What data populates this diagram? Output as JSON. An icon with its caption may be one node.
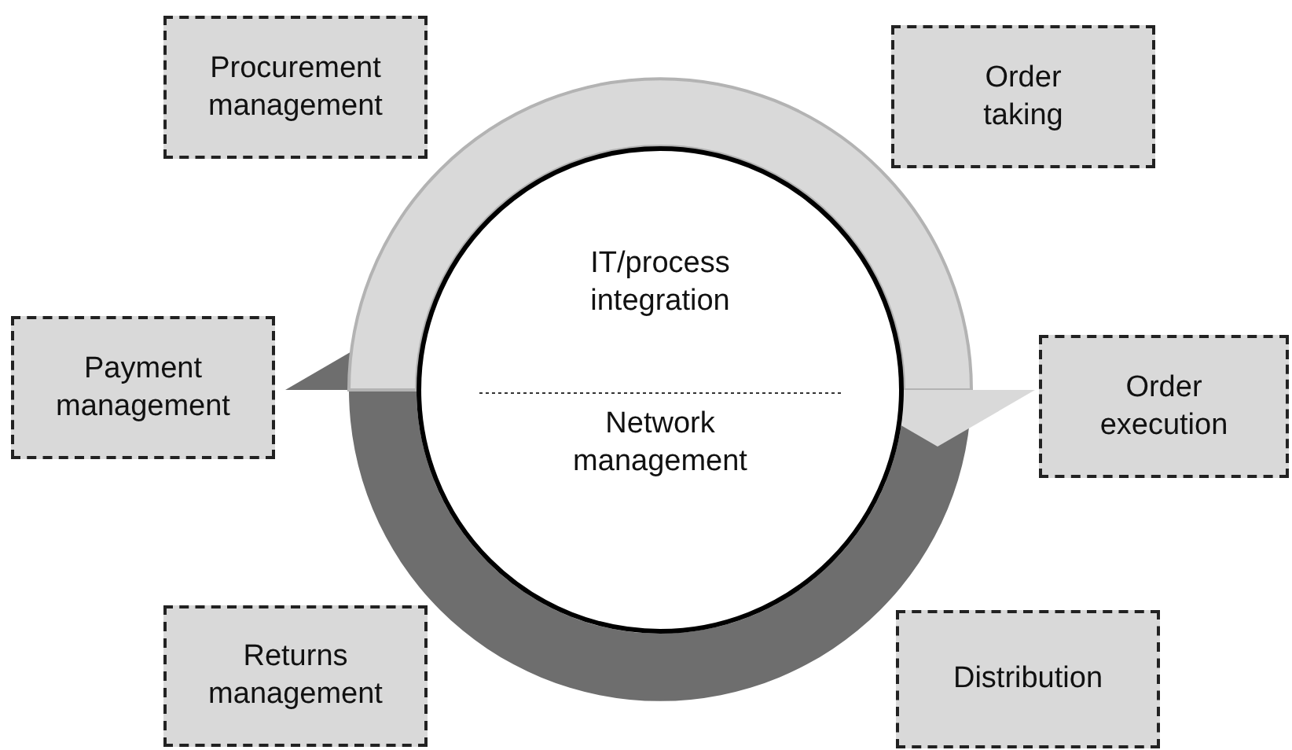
{
  "diagram": {
    "nodes": [
      {
        "text": [
          "Procurement management"
        ]
      },
      {
        "text": [
          "Order taking"
        ]
      },
      {
        "text": [
          "IT/process integration",
          "Network management"
        ]
      },
      {
        "text": [
          "Payment management"
        ]
      },
      {
        "text": [
          "Order execution"
        ]
      },
      {
        "text": [
          "Returns management"
        ]
      },
      {
        "text": [
          "Distribution"
        ]
      }
    ]
  }
}
